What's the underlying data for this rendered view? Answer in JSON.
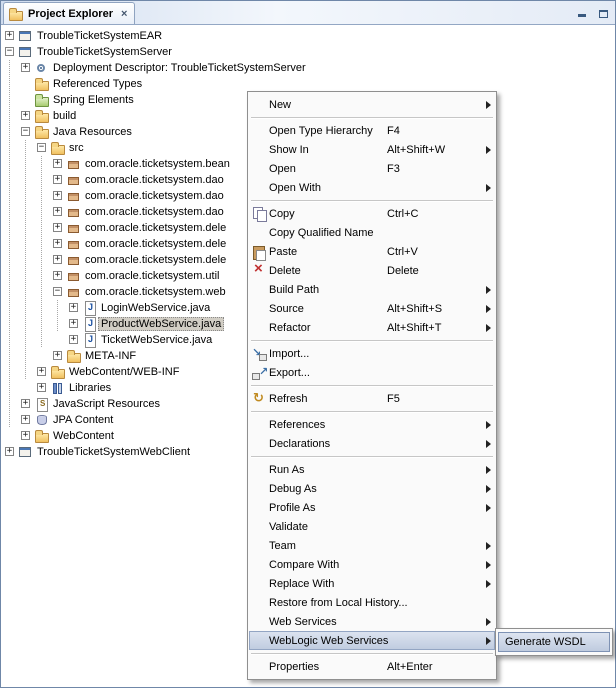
{
  "header": {
    "title": "Project Explorer",
    "close_glyph": "×",
    "window_buttons": [
      "minimize-icon",
      "maximize-icon"
    ]
  },
  "colors": {
    "panel_border": "#6f87a8",
    "menu_highlight": "#c9d4e4",
    "tree_selection": "#d2cec5",
    "delete_red": "#c03030",
    "folder_yellow": "#f0c060"
  },
  "tree": {
    "items": [
      {
        "label": "TroubleTicketSystemEAR",
        "level": 0,
        "expander": "+",
        "icon": "ear-project-icon"
      },
      {
        "label": "TroubleTicketSystemServer",
        "level": 0,
        "expander": "-",
        "icon": "server-project-icon"
      },
      {
        "label": "Deployment Descriptor: TroubleTicketSystemServer",
        "level": 1,
        "expander": "+",
        "icon": "deployment-descriptor-icon"
      },
      {
        "label": "Referenced Types",
        "level": 1,
        "expander": null,
        "icon": "referenced-types-folder-icon"
      },
      {
        "label": "Spring Elements",
        "level": 1,
        "expander": null,
        "icon": "spring-elements-icon"
      },
      {
        "label": "build",
        "level": 1,
        "expander": "+",
        "icon": "folder-icon"
      },
      {
        "label": "Java Resources",
        "level": 1,
        "expander": "-",
        "icon": "java-resources-icon"
      },
      {
        "label": "src",
        "level": 2,
        "expander": "-",
        "icon": "source-folder-icon"
      },
      {
        "label": "com.oracle.ticketsystem.bean",
        "level": 3,
        "expander": "+",
        "icon": "package-icon"
      },
      {
        "label": "com.oracle.ticketsystem.dao",
        "level": 3,
        "expander": "+",
        "icon": "package-icon"
      },
      {
        "label": "com.oracle.ticketsystem.dao",
        "level": 3,
        "expander": "+",
        "icon": "package-icon"
      },
      {
        "label": "com.oracle.ticketsystem.dao",
        "level": 3,
        "expander": "+",
        "icon": "package-icon"
      },
      {
        "label": "com.oracle.ticketsystem.dele",
        "level": 3,
        "expander": "+",
        "icon": "package-icon"
      },
      {
        "label": "com.oracle.ticketsystem.dele",
        "level": 3,
        "expander": "+",
        "icon": "package-icon"
      },
      {
        "label": "com.oracle.ticketsystem.dele",
        "level": 3,
        "expander": "+",
        "icon": "package-icon"
      },
      {
        "label": "com.oracle.ticketsystem.util",
        "level": 3,
        "expander": "+",
        "icon": "package-icon"
      },
      {
        "label": "com.oracle.ticketsystem.web",
        "level": 3,
        "expander": "-",
        "icon": "package-icon"
      },
      {
        "label": "LoginWebService.java",
        "level": 4,
        "expander": "+",
        "icon": "java-file-icon"
      },
      {
        "label": "ProductWebService.java",
        "level": 4,
        "expander": "+",
        "icon": "java-file-icon",
        "selected": true
      },
      {
        "label": "TicketWebService.java",
        "level": 4,
        "expander": "+",
        "icon": "java-file-icon"
      },
      {
        "label": "META-INF",
        "level": 3,
        "expander": "+",
        "icon": "folder-icon"
      },
      {
        "label": "WebContent/WEB-INF",
        "level": 2,
        "expander": "+",
        "icon": "source-folder-icon"
      },
      {
        "label": "Libraries",
        "level": 2,
        "expander": "+",
        "icon": "libraries-icon"
      },
      {
        "label": "JavaScript Resources",
        "level": 1,
        "expander": "+",
        "icon": "js-resources-icon"
      },
      {
        "label": "JPA Content",
        "level": 1,
        "expander": "+",
        "icon": "jpa-content-icon"
      },
      {
        "label": "WebContent",
        "level": 1,
        "expander": "+",
        "icon": "webcontent-folder-icon"
      },
      {
        "label": "TroubleTicketSystemWebClient",
        "level": 0,
        "expander": "+",
        "icon": "web-project-icon"
      }
    ]
  },
  "context_menu": {
    "items": [
      {
        "label": "New",
        "arrow": true
      },
      {
        "separator": true
      },
      {
        "label": "Open Type Hierarchy",
        "shortcut": "F4"
      },
      {
        "label": "Show In",
        "shortcut": "Alt+Shift+W",
        "arrow": true
      },
      {
        "label": "Open",
        "shortcut": "F3"
      },
      {
        "label": "Open With",
        "arrow": true
      },
      {
        "separator": true
      },
      {
        "label": "Copy",
        "shortcut": "Ctrl+C",
        "icon": "copy-icon"
      },
      {
        "label": "Copy Qualified Name"
      },
      {
        "label": "Paste",
        "shortcut": "Ctrl+V",
        "icon": "paste-icon"
      },
      {
        "label": "Delete",
        "shortcut": "Delete",
        "icon": "delete-icon"
      },
      {
        "label": "Build Path",
        "arrow": true
      },
      {
        "label": "Source",
        "shortcut": "Alt+Shift+S",
        "arrow": true
      },
      {
        "label": "Refactor",
        "shortcut": "Alt+Shift+T",
        "arrow": true
      },
      {
        "separator": true
      },
      {
        "label": "Import...",
        "icon": "import-icon"
      },
      {
        "label": "Export...",
        "icon": "export-icon"
      },
      {
        "separator": true
      },
      {
        "label": "Refresh",
        "shortcut": "F5",
        "icon": "refresh-icon"
      },
      {
        "separator": true
      },
      {
        "label": "References",
        "arrow": true
      },
      {
        "label": "Declarations",
        "arrow": true
      },
      {
        "separator": true
      },
      {
        "label": "Run As",
        "arrow": true
      },
      {
        "label": "Debug As",
        "arrow": true
      },
      {
        "label": "Profile As",
        "arrow": true
      },
      {
        "label": "Validate"
      },
      {
        "label": "Team",
        "arrow": true
      },
      {
        "label": "Compare With",
        "arrow": true
      },
      {
        "label": "Replace With",
        "arrow": true
      },
      {
        "label": "Restore from Local History..."
      },
      {
        "label": "Web Services",
        "arrow": true
      },
      {
        "label": "WebLogic Web Services",
        "arrow": true,
        "highlighted": true
      },
      {
        "separator": true
      },
      {
        "label": "Properties",
        "shortcut": "Alt+Enter"
      }
    ]
  },
  "submenu": {
    "items": [
      {
        "label": "Generate WSDL",
        "highlighted": true
      }
    ]
  }
}
